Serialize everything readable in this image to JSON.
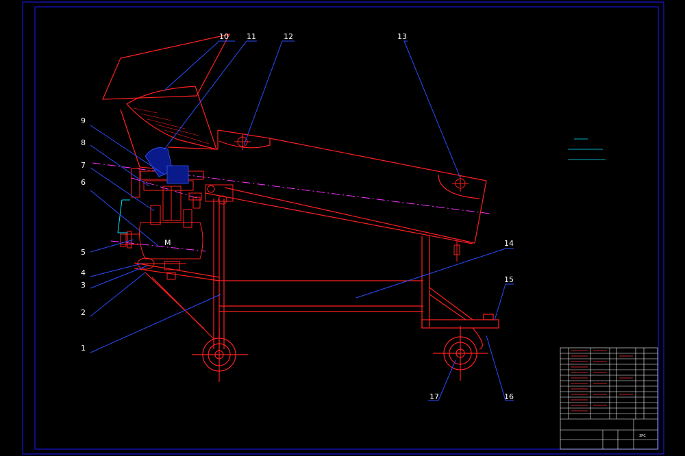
{
  "motor_label": "M",
  "callouts": [
    {
      "n": "1"
    },
    {
      "n": "2"
    },
    {
      "n": "3"
    },
    {
      "n": "4"
    },
    {
      "n": "5"
    },
    {
      "n": "6"
    },
    {
      "n": "7"
    },
    {
      "n": "8"
    },
    {
      "n": "9"
    },
    {
      "n": "10"
    },
    {
      "n": "11"
    },
    {
      "n": "12"
    },
    {
      "n": "13"
    },
    {
      "n": "14"
    },
    {
      "n": "15"
    },
    {
      "n": "16"
    },
    {
      "n": "17"
    }
  ],
  "title_block": {
    "sheet_text": "3PC"
  },
  "colors": {
    "border": "#1a1aff",
    "structure": "#ff2020",
    "leaders": "#2a4dff",
    "centerline": "#ff33ff",
    "section": "#3355ff",
    "dimension": "#00e5ff",
    "text": "#ffffff"
  }
}
